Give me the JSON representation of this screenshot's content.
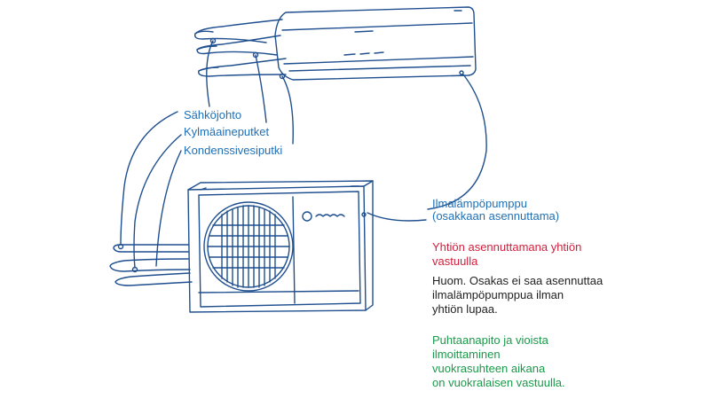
{
  "labels": {
    "power_cable": "Sähköjohto",
    "refrigerant_pipes": "Kylmäaineputket",
    "condensate_pipe": "Kondenssivesiputki"
  },
  "unit_info": {
    "line1": "Ilmalämpöpumppu",
    "line2": "(osakkaan asennuttama)"
  },
  "company_note": {
    "line1": "Yhtiön asennuttamana yhtiön",
    "line2": "vastuulla"
  },
  "notice": {
    "line1": "Huom. Osakas ei saa asennuttaa",
    "line2": "ilmalämpöpumppua ilman",
    "line3": "yhtiön lupaa."
  },
  "maintenance": {
    "line1": "Puhtaanapito ja vioista",
    "line2": "ilmoittaminen",
    "line3": "vuokrasuhteen aikana",
    "line4": "on vuokralaisen vastuulla."
  },
  "colors": {
    "line_art": "#1f4f8f",
    "blue_text": "#1f6fb5",
    "red_text": "#d11f3c",
    "green_text": "#1a9a4a"
  }
}
